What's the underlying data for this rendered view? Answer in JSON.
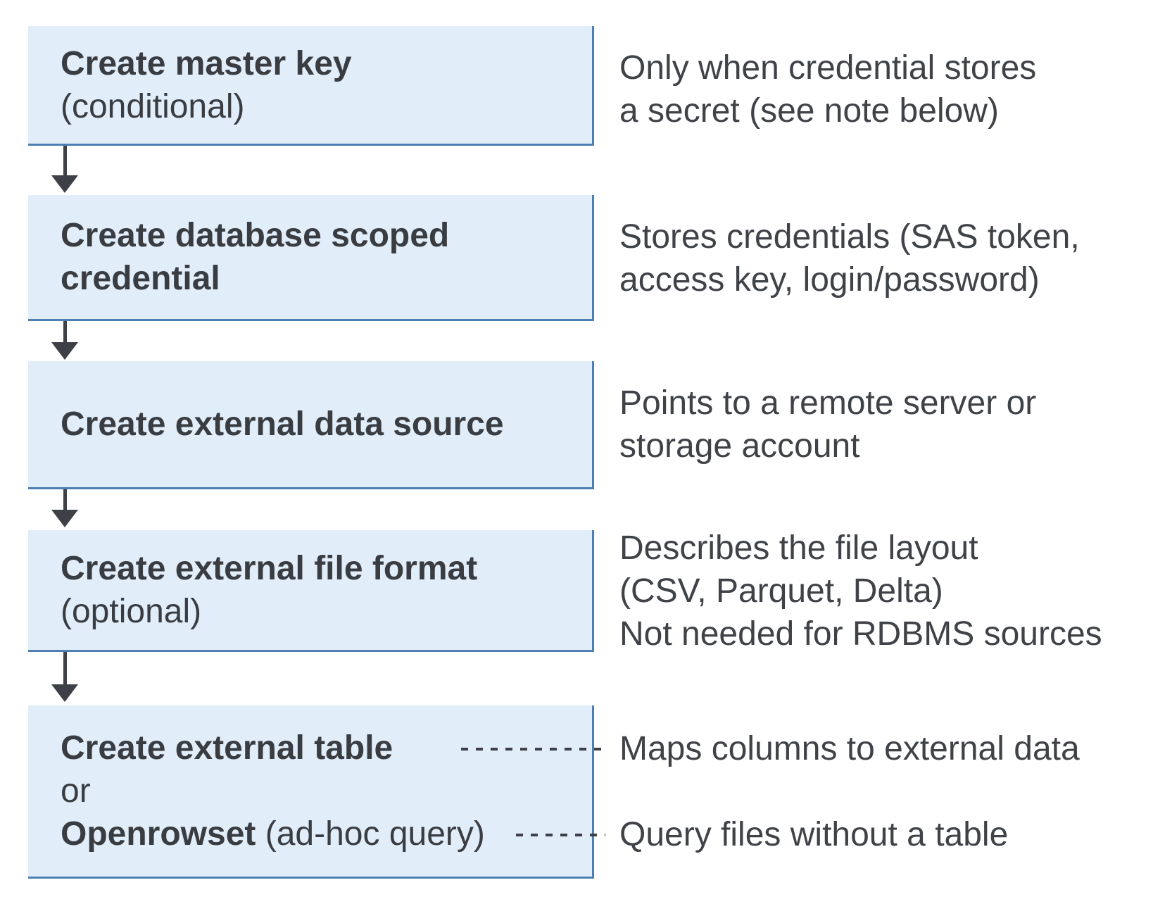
{
  "boxes": [
    {
      "title": "Create master key",
      "subtitle": "(conditional)",
      "note_line1": "Only when credential stores",
      "note_line2": "a secret (see note below)"
    },
    {
      "title_line1": "Create database scoped",
      "title_line2": "credential",
      "note_line1": "Stores credentials (SAS token,",
      "note_line2": "access key, login/password)"
    },
    {
      "title": "Create external data source",
      "note_line1": "Points to a remote server or",
      "note_line2": "storage account"
    },
    {
      "title": "Create external file format",
      "subtitle": "(optional)",
      "note_line1": "Describes the file layout",
      "note_line2": "(CSV, Parquet, Delta)",
      "note_line3": "Not needed for RDBMS sources"
    },
    {
      "option1_bold": "Create external table",
      "connector_word": "or",
      "option2_bold": "Openrowset",
      "option2_regular": " (ad-hoc query)",
      "note1": "Maps columns to external data",
      "note2": "Query files without a table"
    }
  ],
  "colors": {
    "background": "#ffffff",
    "box_fill": "#e2edfa",
    "box_border": "#4d7fb2",
    "arrow": "#3d4147",
    "title_text": "#393d42",
    "note_text": "#3f4247"
  }
}
